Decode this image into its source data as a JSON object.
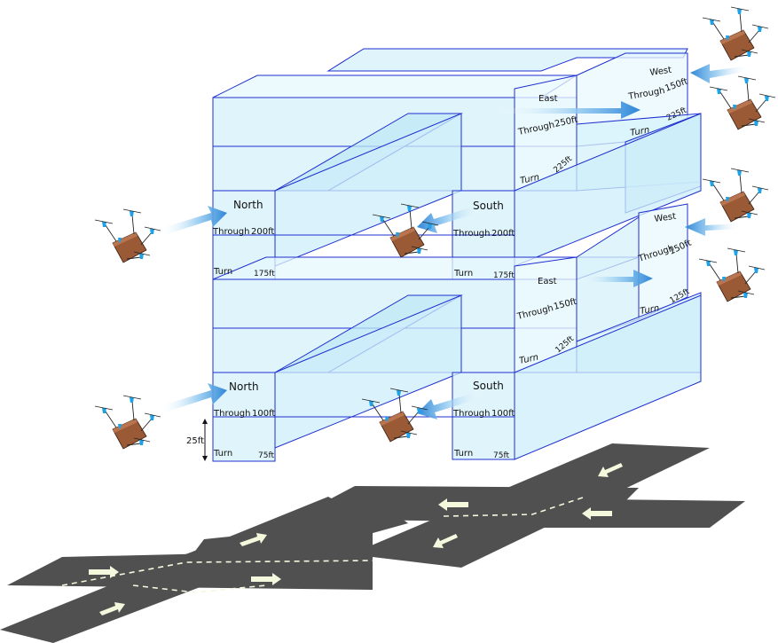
{
  "colors": {
    "box_fill": "#d6f1fa",
    "box_fill_dark": "#bfe7f6",
    "box_stroke": "#1f2fd0",
    "road": "#505050",
    "road_marking": "#f4f8dc",
    "arrow_dark": "#2e86d8",
    "drone_body": "#9b5a36",
    "drone_rotor": "#1ea3e8"
  },
  "lower_level": {
    "north": {
      "label": "North",
      "through": "Through",
      "through_alt": "100ft",
      "turn": "Turn",
      "turn_alt": "75ft"
    },
    "south": {
      "label": "South",
      "through": "Through",
      "through_alt": "100ft",
      "turn": "Turn",
      "turn_alt": "75ft"
    },
    "east": {
      "label": "East",
      "through": "Through",
      "through_alt": "150ft",
      "turn": "Turn",
      "turn_alt": "125ft"
    },
    "west": {
      "label": "West",
      "through": "Through",
      "through_alt": "150ft",
      "turn": "Turn",
      "turn_alt": "125ft"
    }
  },
  "upper_level": {
    "north": {
      "label": "North",
      "through": "Through",
      "through_alt": "200ft",
      "turn": "Turn",
      "turn_alt": "175ft"
    },
    "south": {
      "label": "South",
      "through": "Through",
      "through_alt": "200ft",
      "turn": "Turn",
      "turn_alt": "175ft"
    },
    "east": {
      "label": "East",
      "through": "Through",
      "through_alt": "250ft",
      "turn": "Turn",
      "turn_alt": "225ft"
    },
    "west": {
      "label": "West",
      "through": "Through",
      "through_alt": "150ft",
      "turn": "Turn",
      "turn_alt": "225ft"
    }
  },
  "scale_label": "25ft"
}
